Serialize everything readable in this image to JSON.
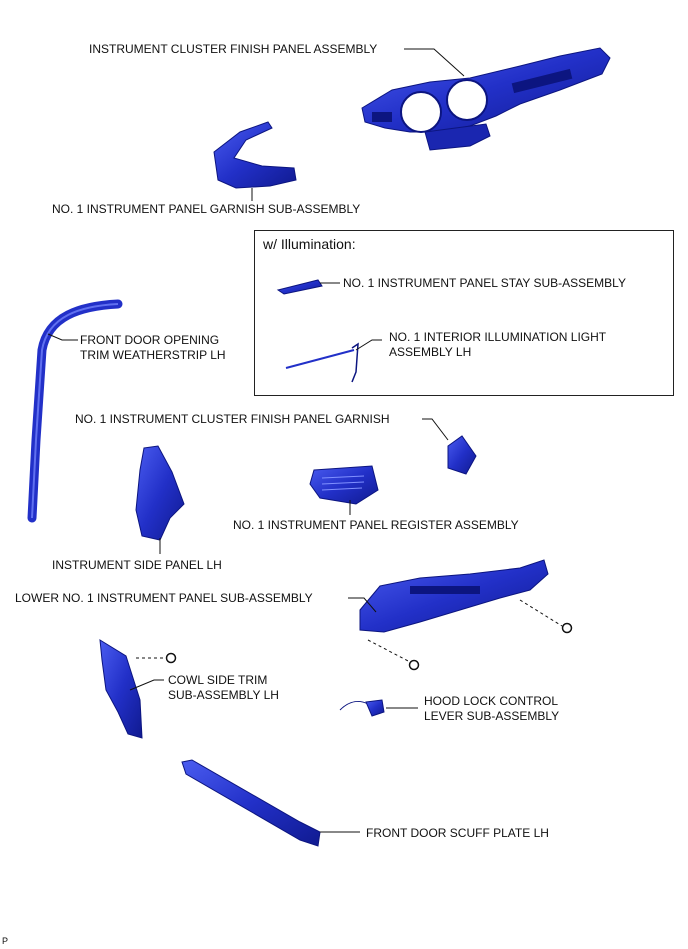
{
  "labels": {
    "cluster_finish_panel": "INSTRUMENT CLUSTER FINISH PANEL ASSEMBLY",
    "panel_garnish": "NO. 1 INSTRUMENT PANEL GARNISH SUB-ASSEMBLY",
    "illumination_title": "w/ Illumination:",
    "panel_stay": "NO. 1 INSTRUMENT PANEL STAY SUB-ASSEMBLY",
    "illum_light_1": "NO. 1 INTERIOR ILLUMINATION LIGHT",
    "illum_light_2": "ASSEMBLY LH",
    "weatherstrip_1": "FRONT DOOR OPENING",
    "weatherstrip_2": "TRIM WEATHERSTRIP LH",
    "cluster_garnish": "NO. 1 INSTRUMENT CLUSTER FINISH PANEL GARNISH",
    "register": "NO. 1 INSTRUMENT PANEL REGISTER ASSEMBLY",
    "side_panel": "INSTRUMENT SIDE PANEL LH",
    "lower_panel": "LOWER NO. 1 INSTRUMENT PANEL SUB-ASSEMBLY",
    "cowl_1": "COWL SIDE TRIM",
    "cowl_2": "SUB-ASSEMBLY LH",
    "hood_1": "HOOD LOCK CONTROL",
    "hood_2": "LEVER SUB-ASSEMBLY",
    "scuff": "FRONT DOOR SCUFF PLATE LH",
    "corner_mark": "P"
  },
  "colors": {
    "part_fill": "#2230c8",
    "part_dark": "#0c1580",
    "part_light": "#5a6cf0",
    "line": "#111111"
  }
}
